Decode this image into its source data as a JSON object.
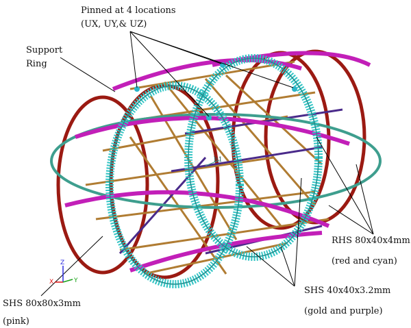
{
  "labels": {
    "pinned_line1": "Pinned   at  4  locations",
    "pinned_line2": "(UX, UY,& UZ)",
    "support_line1": "Support",
    "support_line2": "Ring",
    "rhs_line1": "RHS 80x40x4mm",
    "rhs_line2": "(red and cyan)",
    "shs40_line1": "SHS 40x40x3.2mm",
    "shs40_line2": "(gold and purple)",
    "shs80_line1": "SHS 80x80x3mm",
    "shs80_line2": "(pink)",
    "node_tag": "h1"
  },
  "triad": {
    "z": "Z",
    "x": "X",
    "y": "Y"
  },
  "colors": {
    "red": "#9b1a12",
    "cyan": "#33c4c4",
    "pink": "#c21fb8",
    "gold": "#b07c32",
    "purple": "#4a2a8a",
    "teal": "#3e9e8e"
  }
}
